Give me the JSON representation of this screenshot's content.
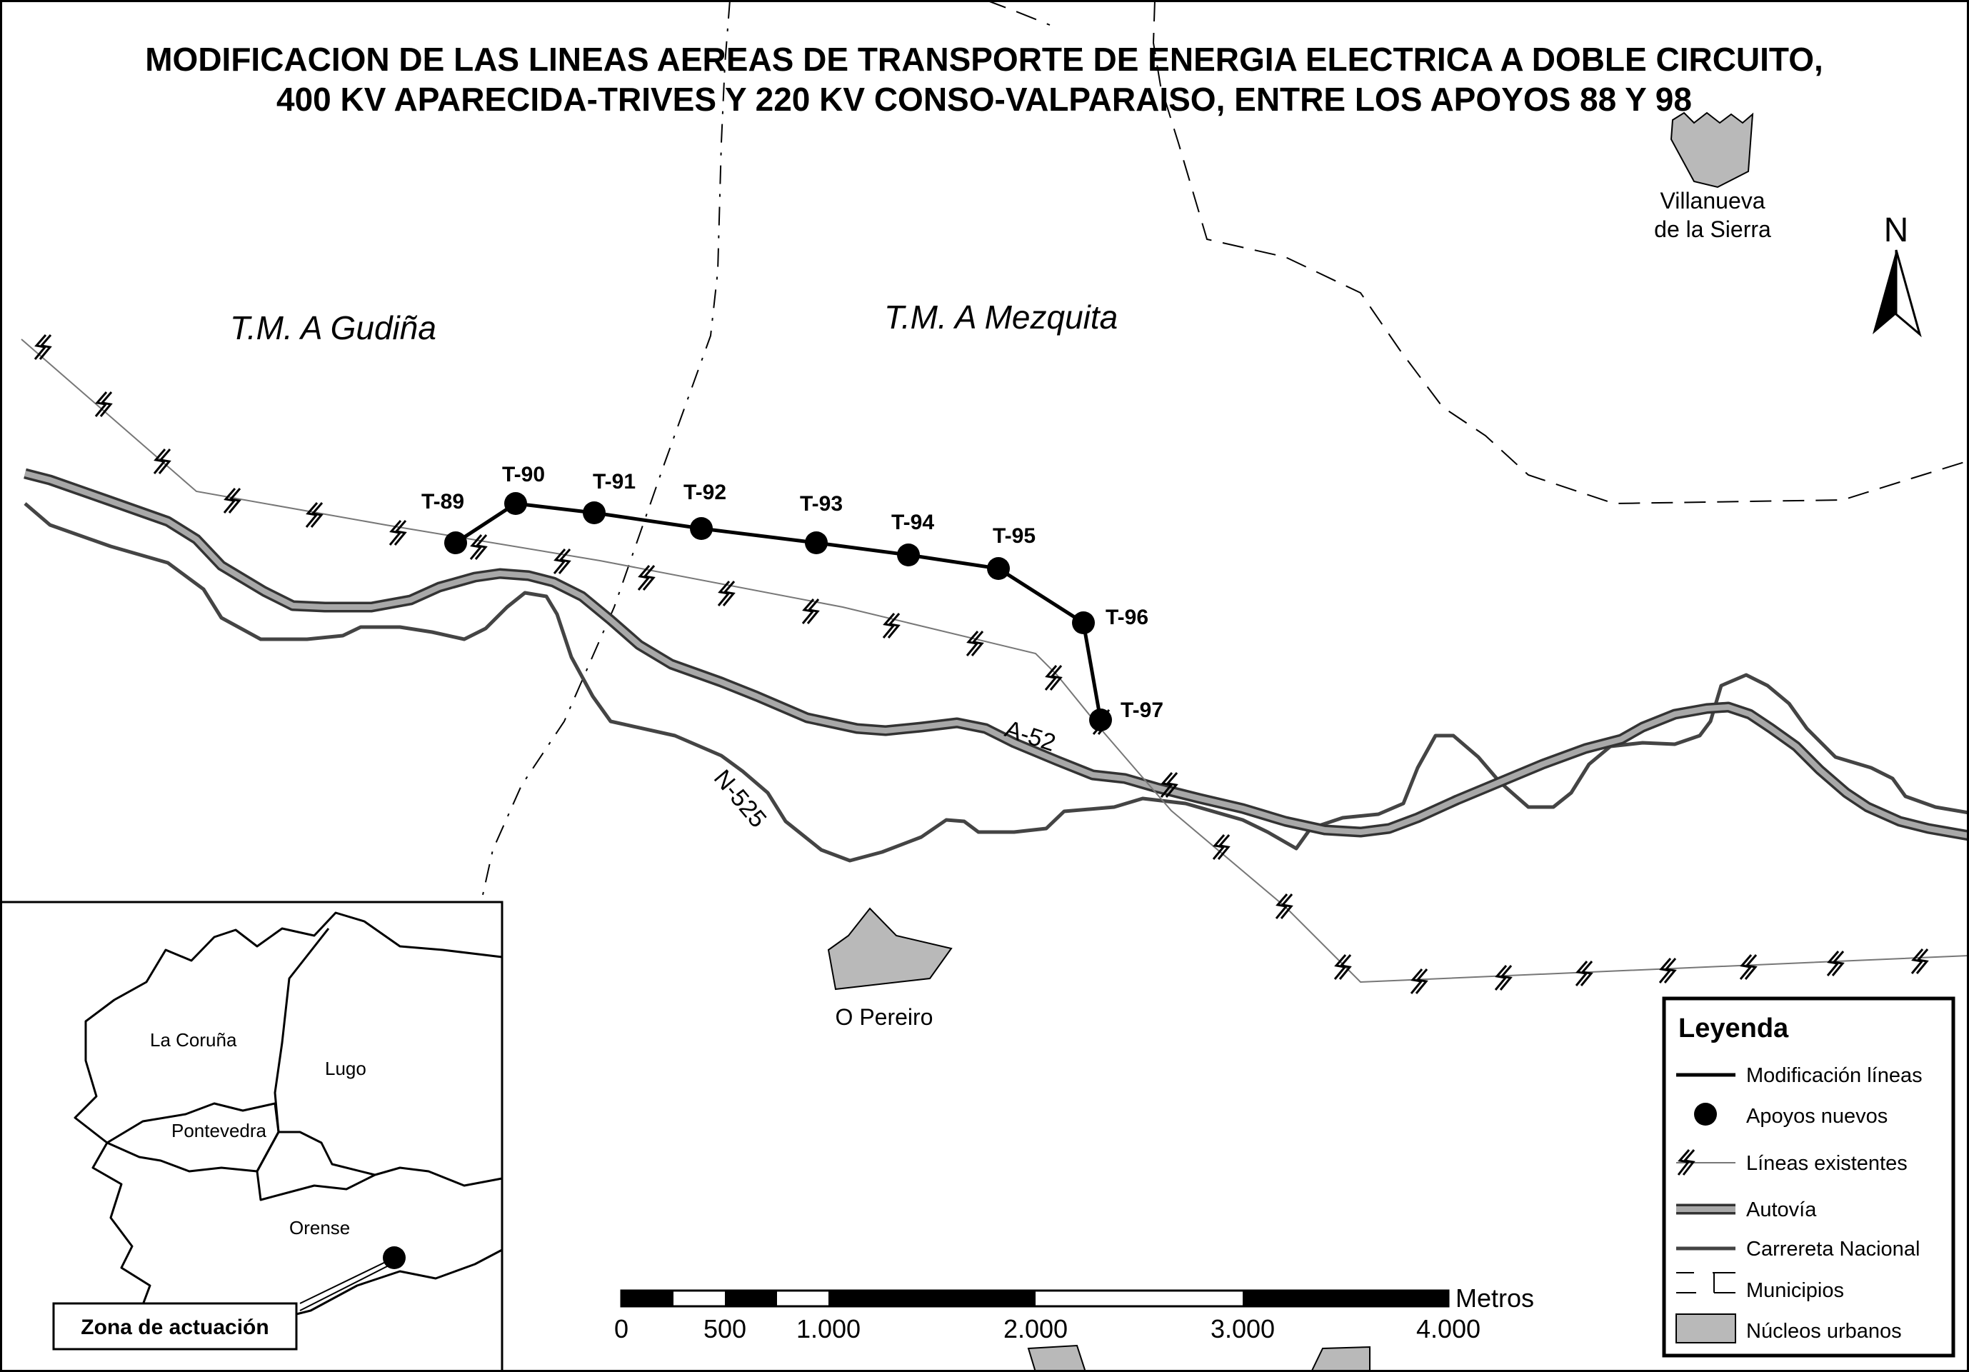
{
  "title": {
    "line1": "MODIFICACION DE LAS LINEAS AEREAS DE TRANSPORTE DE ENERGIA ELECTRICA A DOBLE CIRCUITO,",
    "line2": "400 KV APARECIDA-TRIVES Y 220 KV CONSO-VALPARAISO, ENTRE LOS APOYOS 88 Y 98"
  },
  "municipalities": {
    "west": "T.M. A Gudiña",
    "east": "T.M. A Mezquita"
  },
  "places": {
    "villanueva_1": "Villanueva",
    "villanueva_2": "de la Sierra",
    "pereiro": "O Pereiro"
  },
  "roads": {
    "autovia": "A-52",
    "nacional": "N-525"
  },
  "towers": [
    "T-89",
    "T-90",
    "T-91",
    "T-92",
    "T-93",
    "T-94",
    "T-95",
    "T-96",
    "T-97"
  ],
  "north_label": "N",
  "legend": {
    "title": "Leyenda",
    "items": [
      "Modificación líneas",
      "Apoyos nuevos",
      "Líneas existentes",
      "Autovía",
      "Carrereta Nacional",
      "Municipios",
      "Núcleos urbanos"
    ]
  },
  "scale": {
    "unit": "Metros",
    "ticks": [
      "0",
      "500",
      "1.000",
      "2.000",
      "3.000",
      "4.000"
    ]
  },
  "inset": {
    "provinces": [
      "La Coruña",
      "Lugo",
      "Pontevedra",
      "Orense"
    ],
    "zone_label": "Zona de actuación"
  },
  "colors": {
    "modification_line": "#000000",
    "existing_line": "#777777",
    "autovia": "#555555",
    "urban": "#b9b9b9"
  }
}
